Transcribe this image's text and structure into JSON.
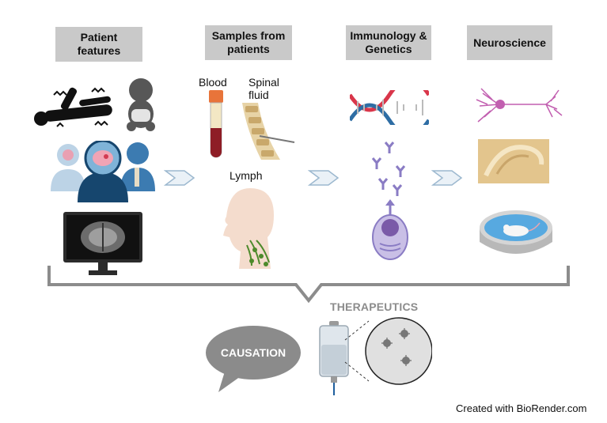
{
  "columns": [
    {
      "title": "Patient features"
    },
    {
      "title": "Samples from patients"
    },
    {
      "title": "Immunology & Genetics"
    },
    {
      "title": "Neuroscience"
    }
  ],
  "samples": {
    "blood": "Blood",
    "spinal": "Spinal fluid",
    "lymph": "Lymph"
  },
  "therapeutics": "THERAPEUTICS",
  "causation": "CAUSATION",
  "credit": "Created with BioRender.com",
  "colors": {
    "header_bg": "#c9c9c9",
    "arrow_outline": "#9cb8cf",
    "bracket": "#8c8c8c",
    "dna_red": "#d9364a",
    "dna_blue": "#2e6da4",
    "neuron": "#c25fb0",
    "antibody": "#8a7cc4",
    "speech_bubble": "#8b8b8b"
  },
  "icons": [
    "seizure-patient-icon",
    "baby-icon",
    "patients-group-icon",
    "mri-monitor-icon",
    "blood-tube-icon",
    "spine-icon",
    "lymph-head-icon",
    "dna-icon",
    "antibody-cell-icon",
    "neuron-icon",
    "brain-slice-icon",
    "mouse-water-maze-icon",
    "iv-bag-icon",
    "magnified-cells-icon",
    "speech-bubble-icon",
    "chevron-right-icon",
    "bracket-icon"
  ]
}
